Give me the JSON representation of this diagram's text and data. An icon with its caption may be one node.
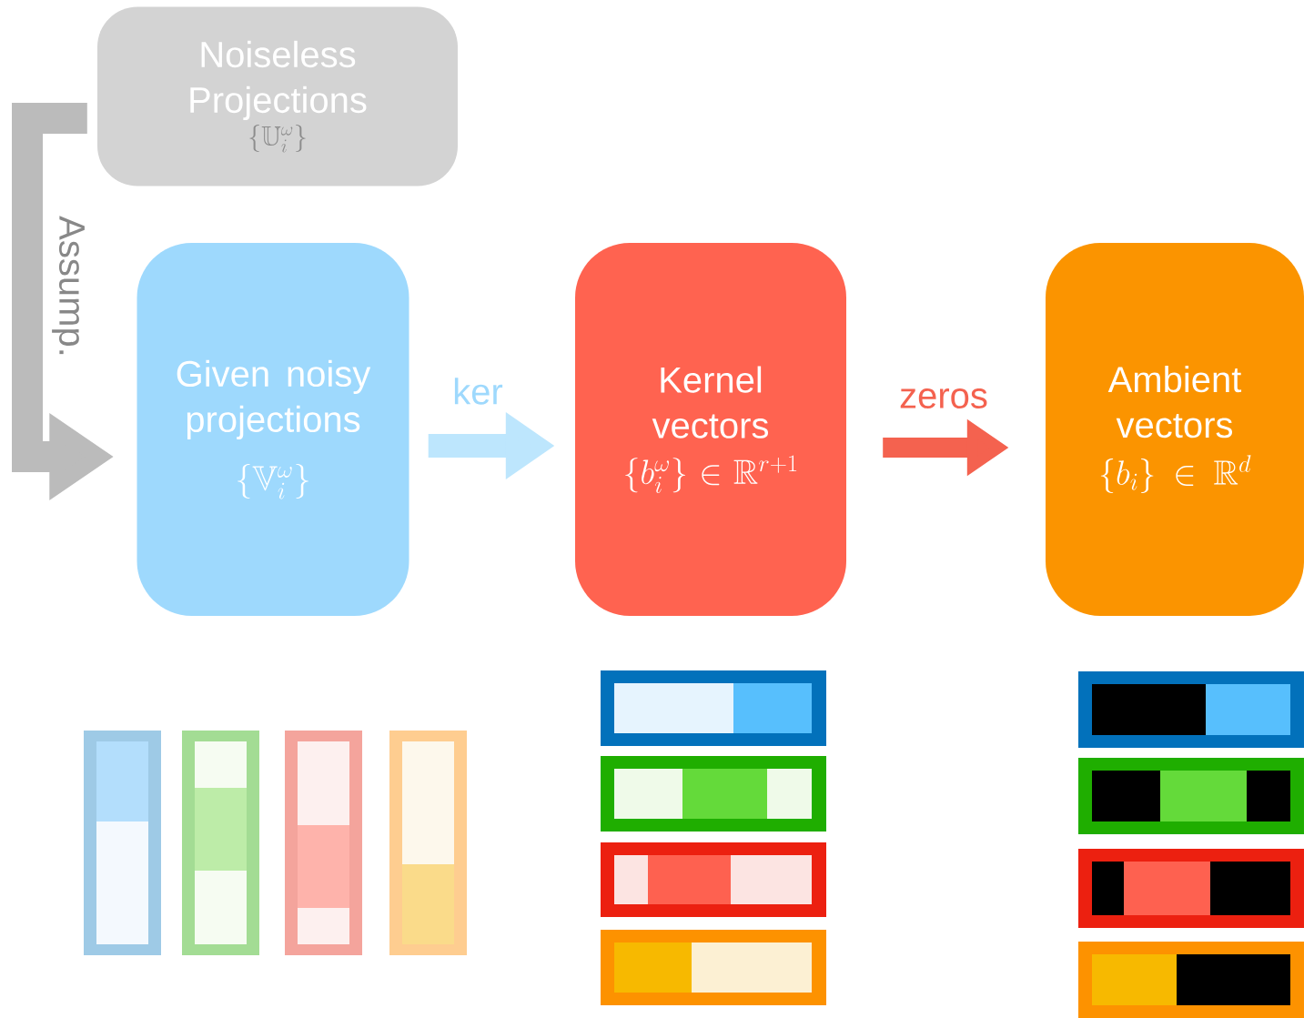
{
  "diagram": {
    "nodes": [
      {
        "text": [
          "Noiseless Projections",
          "\\{\\mathbb{U}_i^{\\omega}\\}"
        ]
      },
      {
        "text": [
          "Given noisy projections",
          "\\{\\mathbb{V}_i^{\\omega}\\}"
        ]
      },
      {
        "text": [
          "Kernel vectors",
          "\\{b_i^{\\omega}\\} \\in \\mathbb{R}^{r+1}"
        ]
      },
      {
        "text": [
          "Ambient vectors",
          "\\{b_i\\} \\in \\mathbb{R}^{d}"
        ]
      }
    ],
    "edges": [
      {
        "from": 0,
        "to": 1,
        "arrow": "to",
        "label": "Assump.",
        "color": "#bbbbbb"
      },
      {
        "from": 1,
        "to": 2,
        "arrow": "to",
        "label": "ker",
        "color": "#bde6fd"
      },
      {
        "from": 2,
        "to": 3,
        "arrow": "to",
        "label": "zeros",
        "color": "#f4624f"
      }
    ]
  }
}
